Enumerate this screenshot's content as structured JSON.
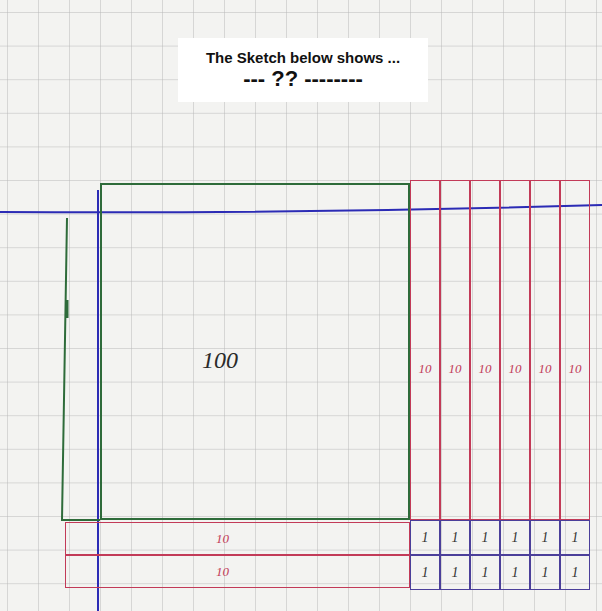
{
  "diagram": {
    "nodes": [
      {
        "text": [
          "The Sketch below shows ...",
          "--- ?? --------"
        ]
      },
      {
        "text": [
          "100"
        ]
      },
      {
        "text": [
          "10"
        ]
      },
      {
        "text": [
          "10"
        ]
      },
      {
        "text": [
          "10"
        ]
      },
      {
        "text": [
          "10"
        ]
      },
      {
        "text": [
          "10"
        ]
      },
      {
        "text": [
          "10"
        ]
      },
      {
        "text": [
          "10"
        ]
      },
      {
        "text": [
          "10"
        ]
      },
      {
        "text": [
          "1"
        ]
      },
      {
        "text": [
          "1"
        ]
      },
      {
        "text": [
          "1"
        ]
      },
      {
        "text": [
          "1"
        ]
      },
      {
        "text": [
          "1"
        ]
      },
      {
        "text": [
          "1"
        ]
      },
      {
        "text": [
          "1"
        ]
      },
      {
        "text": [
          "1"
        ]
      },
      {
        "text": [
          "1"
        ]
      },
      {
        "text": [
          "1"
        ]
      },
      {
        "text": [
          "1"
        ]
      },
      {
        "text": [
          "1"
        ]
      }
    ]
  }
}
